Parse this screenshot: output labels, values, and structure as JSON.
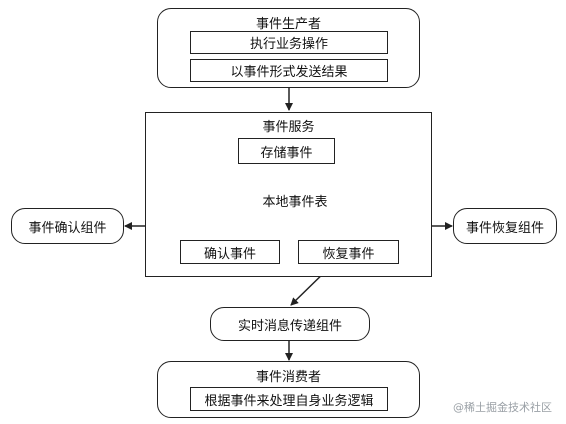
{
  "producer": {
    "title": "事件生产者",
    "steps": [
      "执行业务操作",
      "以事件形式发送结果"
    ]
  },
  "service": {
    "title": "事件服务",
    "store": "存储事件",
    "table": "本地事件表",
    "confirm": "确认事件",
    "recover": "恢复事件"
  },
  "confirm_component": "事件确认组件",
  "recover_component": "事件恢复组件",
  "messaging": "实时消息传递组件",
  "consumer": {
    "title": "事件消费者",
    "step": "根据事件来处理自身业务逻辑"
  },
  "watermark": "@稀土掘金技术社区"
}
